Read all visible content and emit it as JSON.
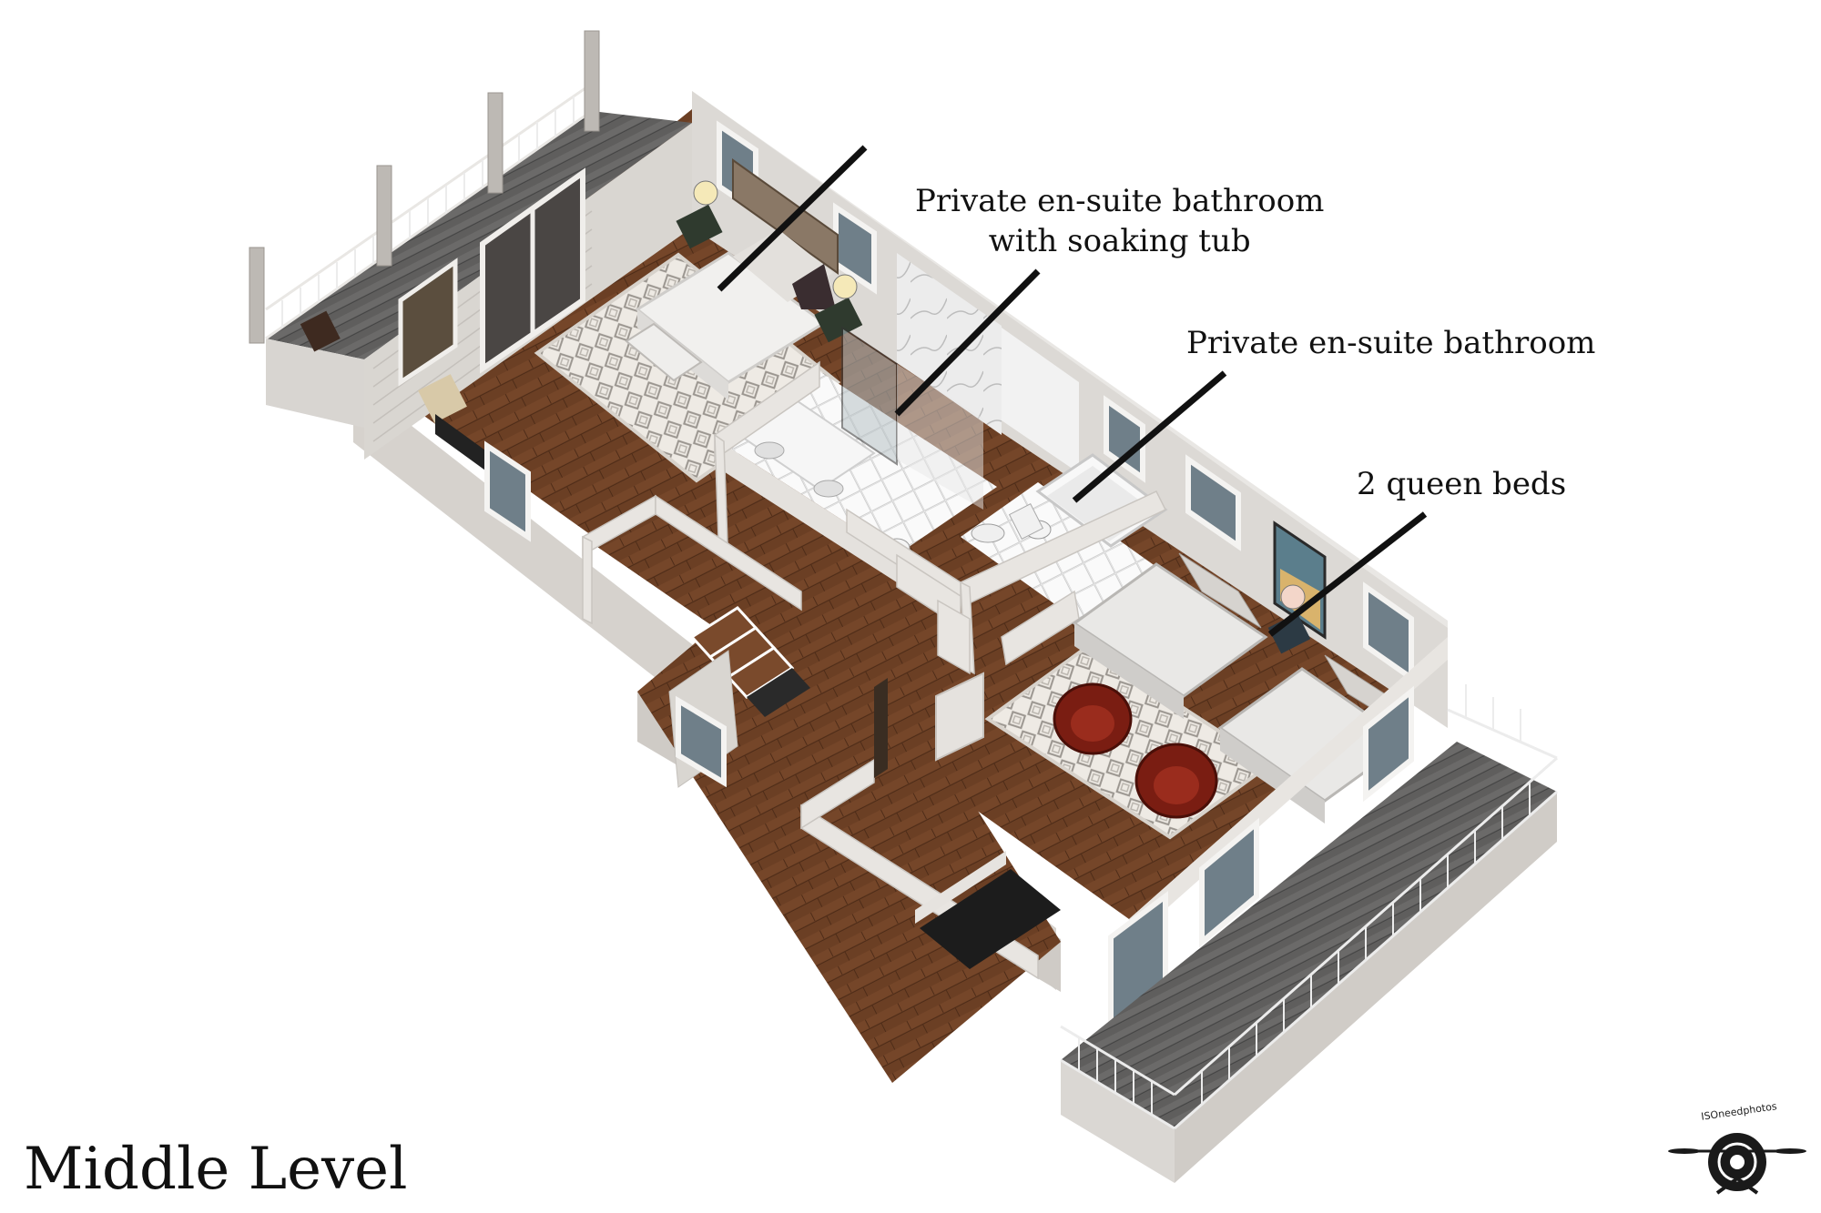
{
  "title": "Middle Level",
  "callouts": {
    "master_bath": {
      "line1": "Private en-suite bathroom",
      "line2": "with soaking tub"
    },
    "second_bath": "Private en-suite bathroom",
    "queen_beds": "2 queen beds"
  },
  "watermark": "ISOneedphotos",
  "colors": {
    "floor_wood": "#6b3f24",
    "wall": "#e6e3df",
    "deck": "#5e5d5c",
    "chair": "#7a1d12"
  }
}
